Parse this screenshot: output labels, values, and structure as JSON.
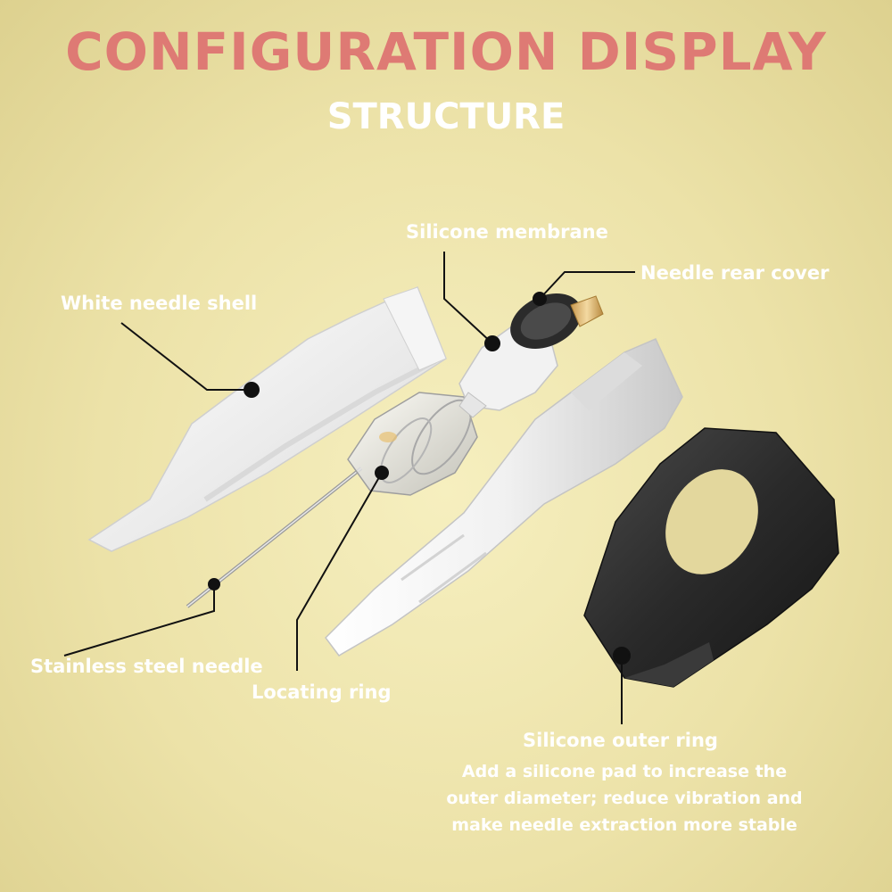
{
  "header": {
    "title": "CONFIGURATION DISPLAY",
    "subtitle": "STRUCTURE"
  },
  "labels": {
    "silicone_membrane": "Silicone membrane",
    "needle_rear_cover": "Needle rear cover",
    "white_needle_shell": "White needle shell",
    "stainless_steel_needle": "Stainless steel needle",
    "locating_ring": "Locating ring",
    "silicone_outer_ring": "Silicone outer ring"
  },
  "description": {
    "line1": "Add a silicone pad to increase the",
    "line2": "outer diameter; reduce vibration and",
    "line3": "make needle extraction more stable"
  },
  "colors": {
    "title": "#de7a74",
    "label": "#ffffff",
    "background": "#ece2a8"
  }
}
